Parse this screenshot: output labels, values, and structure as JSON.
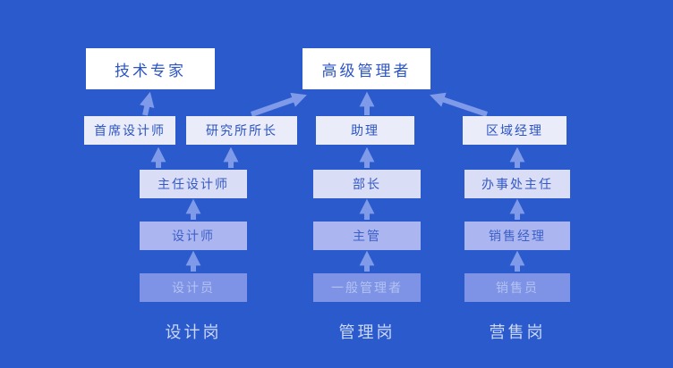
{
  "diagram": {
    "title_hint": "career promotion ladder",
    "levels": [
      {
        "name": "level-1-top",
        "nodes": [
          {
            "label": "技术专家"
          },
          {
            "label": "高级管理者"
          }
        ]
      },
      {
        "name": "level-2",
        "nodes": [
          {
            "label": "首席设计师"
          },
          {
            "label": "研究所所长"
          },
          {
            "label": "助理"
          },
          {
            "label": "区域经理"
          }
        ]
      },
      {
        "name": "level-3",
        "nodes": [
          {
            "label": "主任设计师"
          },
          {
            "label": "部长"
          },
          {
            "label": "办事处主任"
          }
        ]
      },
      {
        "name": "level-4",
        "nodes": [
          {
            "label": "设计师"
          },
          {
            "label": "主管"
          },
          {
            "label": "销售经理"
          }
        ]
      },
      {
        "name": "level-5-bottom",
        "nodes": [
          {
            "label": "设计员"
          },
          {
            "label": "一般管理者"
          },
          {
            "label": "销售员"
          }
        ]
      }
    ],
    "track_labels": [
      {
        "label": "设计岗"
      },
      {
        "label": "管理岗"
      },
      {
        "label": "营售岗"
      }
    ],
    "connections": [
      "首席设计师 -> 技术专家",
      "研究所所长 -> 高级管理者",
      "助理 -> 高级管理者",
      "区域经理 -> 高级管理者",
      "主任设计师 -> 首席设计师",
      "主任设计师 -> 研究所所长",
      "部长 -> 助理",
      "办事处主任 -> 区域经理",
      "设计师 -> 主任设计师",
      "主管 -> 部长",
      "销售经理 -> 办事处主任",
      "设计员 -> 设计师",
      "一般管理者 -> 主管",
      "销售员 -> 销售经理"
    ],
    "colors": {
      "background": "#2A5ACC",
      "box_level1": "#FFFFFF",
      "box_level2": "#EAECFA",
      "box_level3": "#D9DDF6",
      "box_level4": "#ABB5F0",
      "box_level5": "#7E93E5",
      "box_text_dark": "#2D55C3",
      "box_text_faded": "#B3C2F3",
      "arrow": "#7E9AE9",
      "track_label_text": "#CCD8F7"
    }
  }
}
